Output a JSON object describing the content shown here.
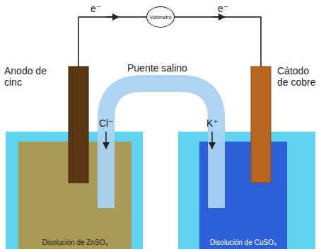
{
  "diagram": {
    "nodes": [
      {
        "text": [
          "Voltímetro"
        ]
      },
      {
        "text": [
          "Disolución de ZnSO₄"
        ]
      },
      {
        "text": [
          "Disolución de CuSO₄"
        ]
      }
    ],
    "labels": [
      "e⁻",
      "e⁻",
      "Anodo de cinc",
      "Puente salino",
      "Cátodo de cobre",
      "Cl⁻",
      "K⁺"
    ]
  }
}
